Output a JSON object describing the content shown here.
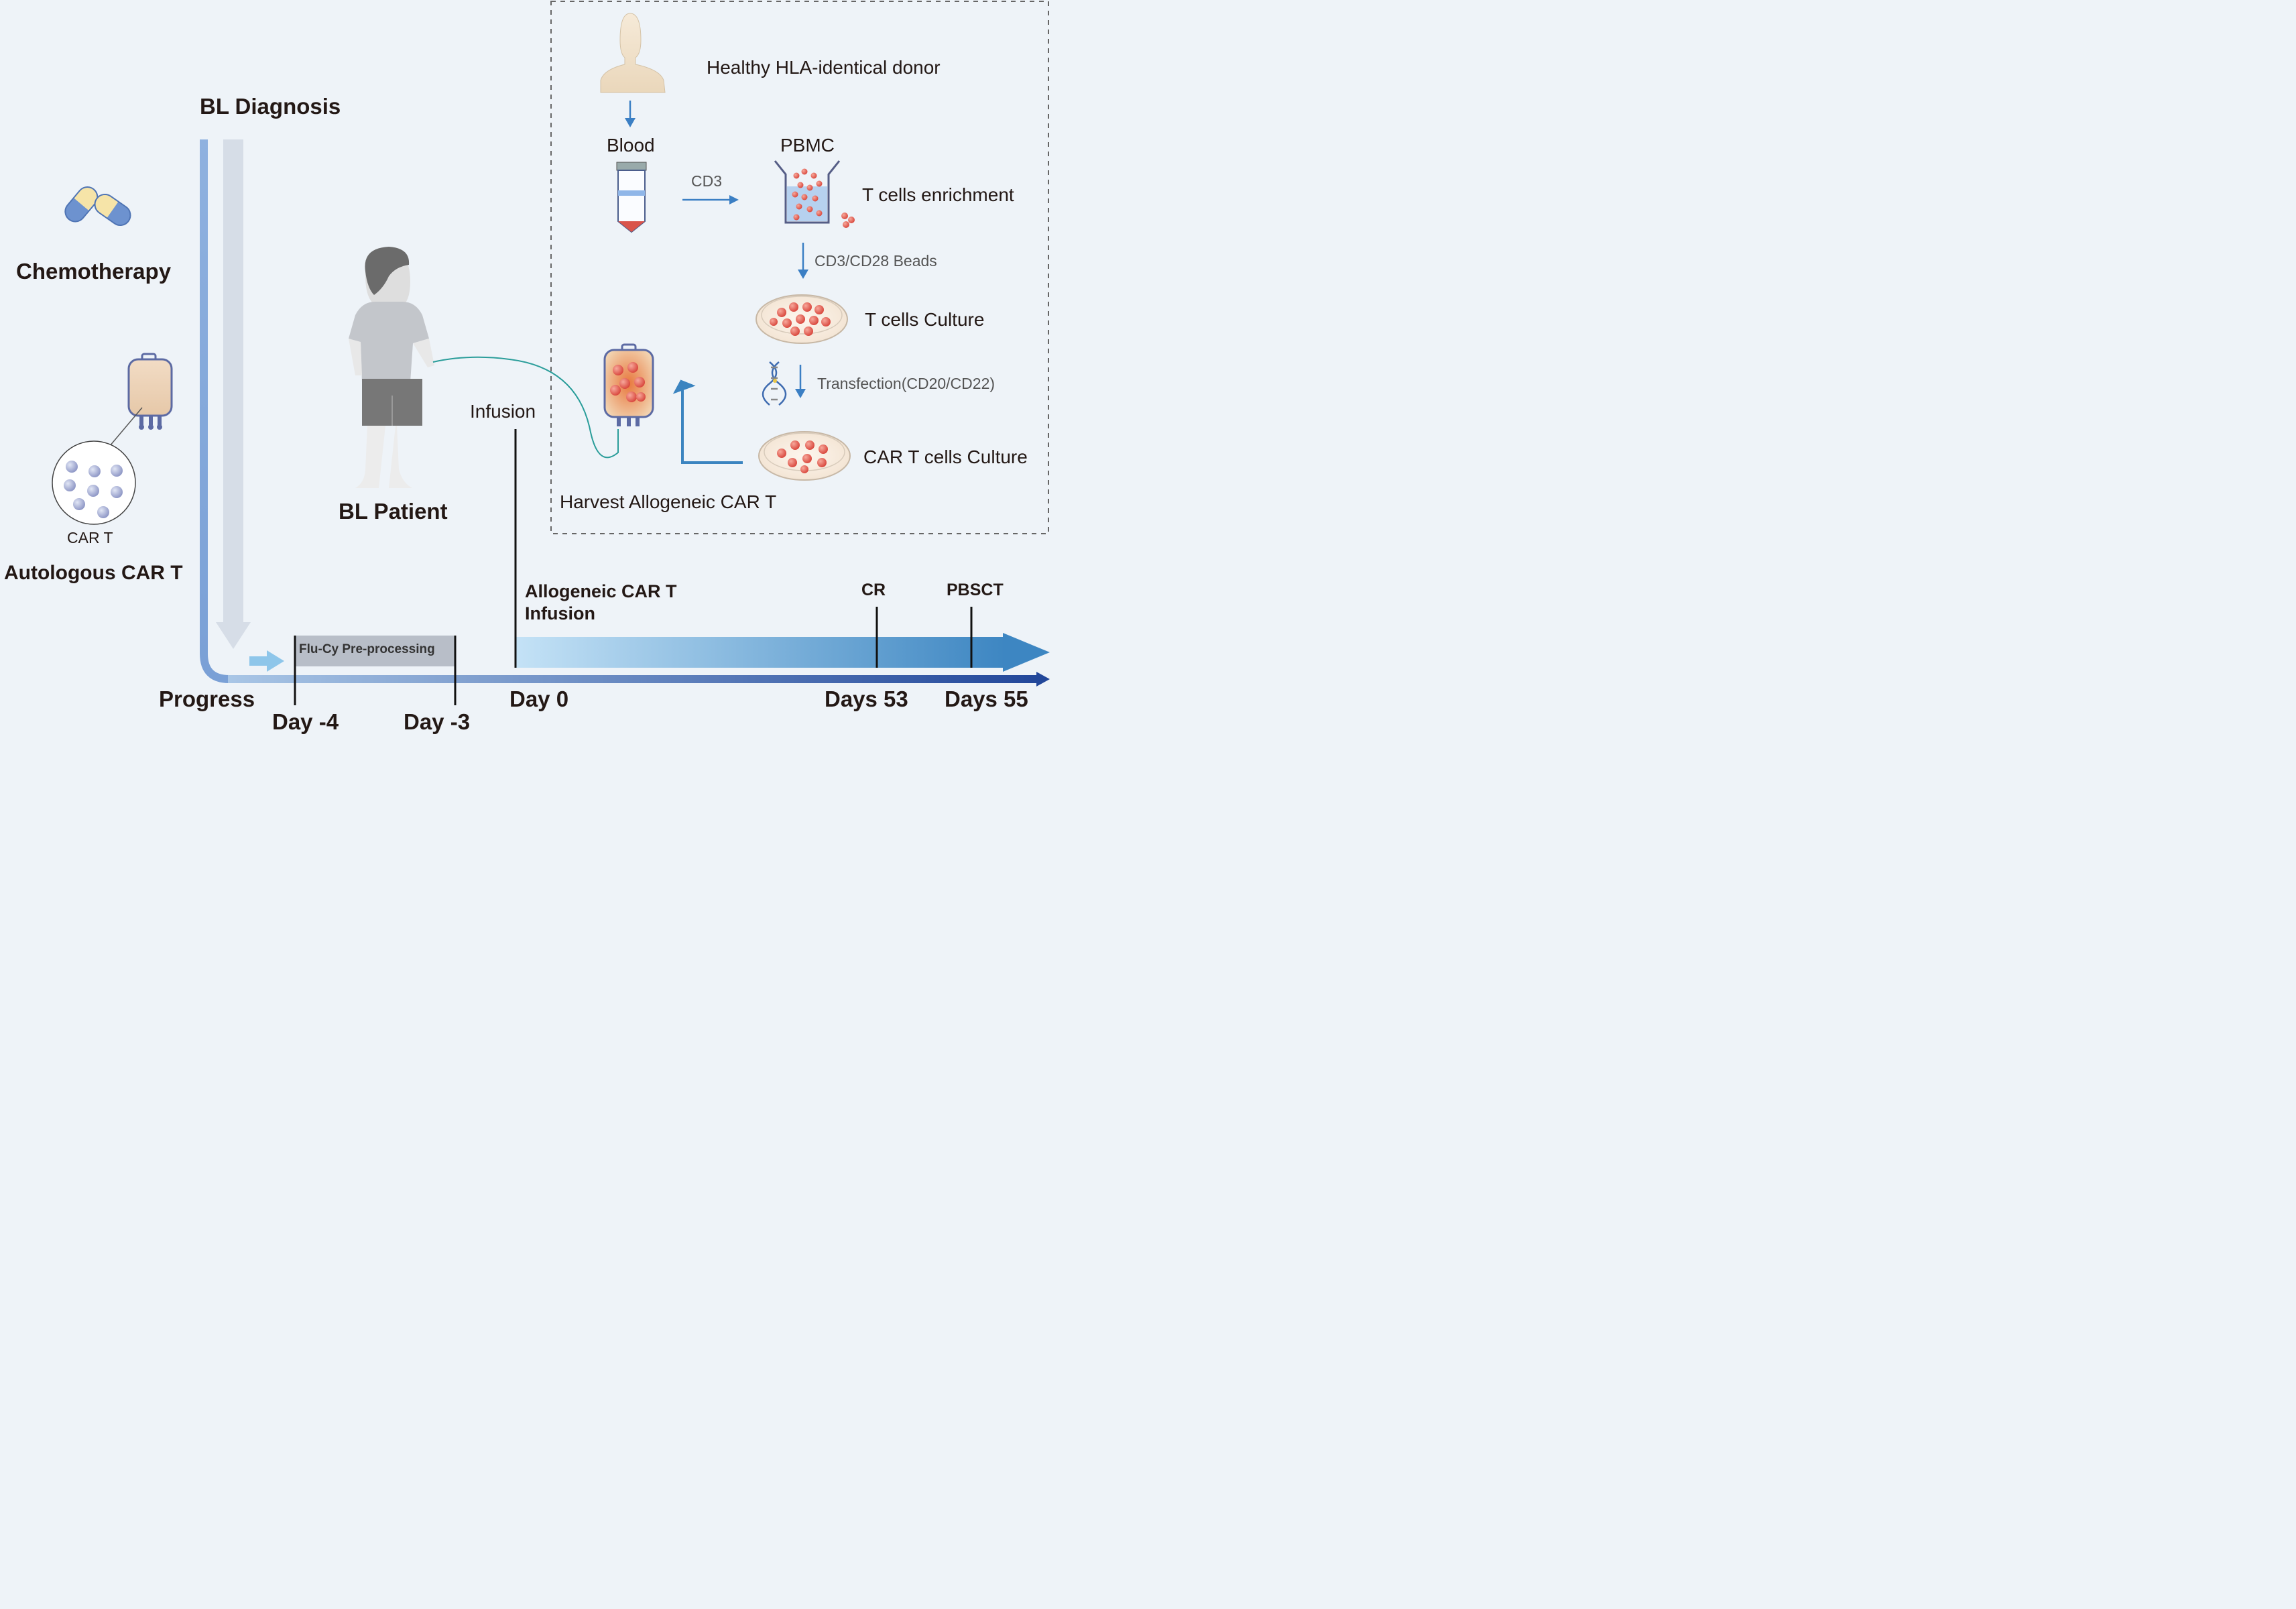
{
  "colors": {
    "background": "#eef3f8",
    "timeline_blue": "#3a6db5",
    "arrow_light": "#9cc3e5",
    "arrow_dark": "#3b84c0",
    "flow_arrow": "#3b7fc4",
    "cell_red": "#e05a50",
    "preprocess_box": "#b7bdc7",
    "tube_line": "#2a9d9a"
  },
  "left": {
    "bl_diagnosis": "BL Diagnosis",
    "chemotherapy": "Chemotherapy",
    "car_t_small": "CAR T",
    "autologous": "Autologous CAR T",
    "progress": "Progress"
  },
  "center": {
    "bl_patient": "BL Patient",
    "infusion": "Infusion"
  },
  "box": {
    "donor": "Healthy HLA-identical donor",
    "blood": "Blood",
    "pbmc": "PBMC",
    "cd3": "CD3",
    "t_enrich": "T cells enrichment",
    "beads": "CD3/CD28 Beads",
    "t_culture": "T cells Culture",
    "transfection": "Transfection(CD20/CD22)",
    "car_culture": "CAR T cells Culture",
    "harvest": "Harvest Allogeneic CAR T"
  },
  "timeline": {
    "preprocess": "Flu-Cy Pre-processing",
    "allo_line1": "Allogeneic CAR T",
    "allo_line2": "Infusion",
    "cr": "CR",
    "pbsct": "PBSCT",
    "day_m4": "Day -4",
    "day_m3": "Day -3",
    "day_0": "Day 0",
    "days_53": "Days 53",
    "days_55": "Days 55"
  }
}
